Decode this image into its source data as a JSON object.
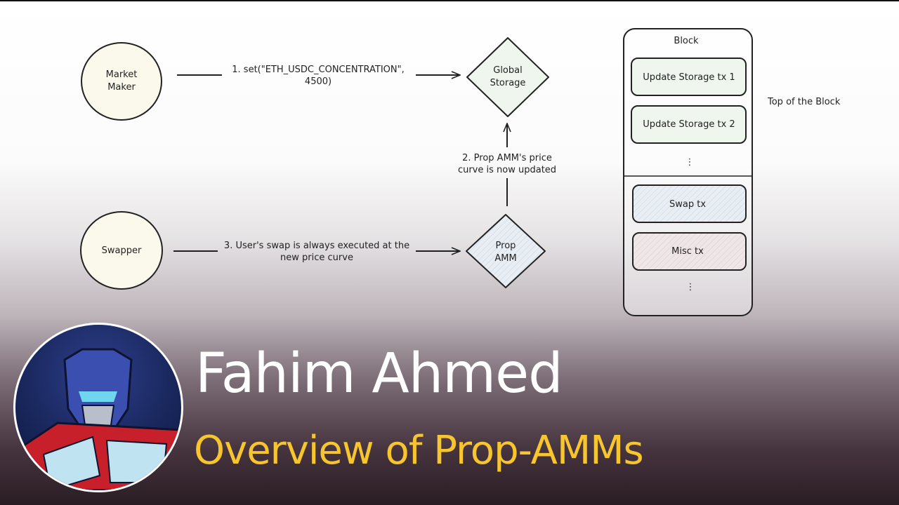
{
  "diagram": {
    "nodes": {
      "market_maker": [
        "Market",
        "Maker"
      ],
      "swapper": "Swapper",
      "global_storage": [
        "Global",
        "Storage"
      ],
      "prop_amm": [
        "Prop",
        "AMM"
      ]
    },
    "edges": {
      "step1": [
        "1. set(\"ETH_USDC_CONCENTRATION\",",
        "4500)"
      ],
      "step2": [
        "2. Prop AMM's price",
        "curve is now updated"
      ],
      "step3": [
        "3. User's swap is always executed at the",
        "new price curve"
      ]
    },
    "block": {
      "title": "Block",
      "top_items": [
        "Update Storage tx 1",
        "Update Storage tx 2"
      ],
      "bottom_items": [
        "Swap tx",
        "Misc tx"
      ],
      "ellipsis": "⋮",
      "side_label": "Top of the Block"
    }
  },
  "overlay": {
    "presenter_name": "Fahim Ahmed",
    "talk_title": "Overview of Prop-AMMs",
    "title_color": "#f7c52e"
  }
}
